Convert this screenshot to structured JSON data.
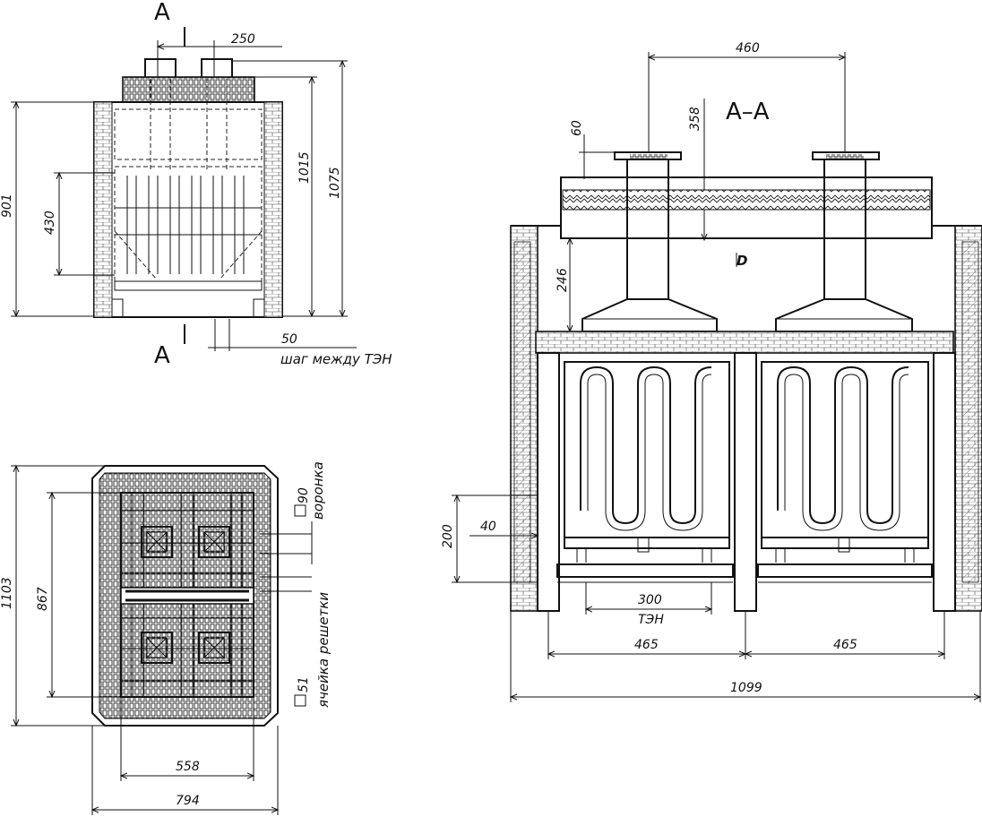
{
  "section": {
    "title": "A–A",
    "cut_letter_top": "A",
    "cut_letter_bottom": "A",
    "marker": "D"
  },
  "front_view": {
    "dim_top": "250",
    "dim_height_inner": "430",
    "dim_height_left": "901",
    "dim_height_right1": "1015",
    "dim_height_right2": "1075",
    "dim_step": "50",
    "step_note": "шаг между ТЭН"
  },
  "plan_view": {
    "dim_height_outer": "1103",
    "dim_height_inner": "867",
    "dim_width_inner": "558",
    "dim_width_outer": "794",
    "funnel_size": "90",
    "funnel_label": "воронка",
    "cell_size": "51",
    "cell_label": "ячейка решетки"
  },
  "section_view": {
    "dim_flue_spacing": "460",
    "dim_flange": "60",
    "dim_top_height": "358",
    "dim_hood": "246",
    "dim_low_height": "200",
    "dim_wall": "40",
    "dim_ten": "300",
    "ten_label": "ТЭН",
    "dim_half_left": "465",
    "dim_half_right": "465",
    "dim_total": "1099"
  }
}
